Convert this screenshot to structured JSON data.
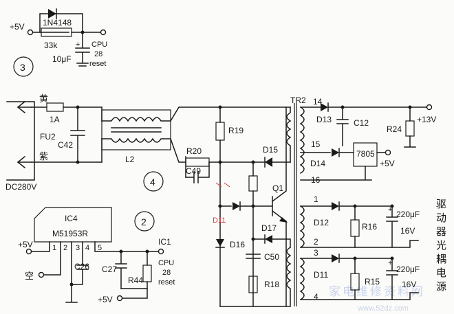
{
  "colors": {
    "ink": "#1a1a1a",
    "annotation_red": "#d23b3b",
    "watermark": "#c9d3ea",
    "paper": "#fbfbf9"
  },
  "section3": {
    "number": "3",
    "vcc": "+5V",
    "diode": "1N4148",
    "resistor": "33k",
    "capacitor": "10μF",
    "plus": "+",
    "cpu_lines": [
      "CPU",
      "28",
      "reset"
    ]
  },
  "power_input": {
    "wire_yellow": "黄",
    "wire_purple": "紫",
    "connector": "DC280V",
    "fuse_rating": "1A",
    "fuse": "FU2",
    "cap": "C42",
    "inductor": "L2"
  },
  "section4": {
    "number": "4",
    "r20": "R20",
    "c49": "C49",
    "r19": "R19",
    "d15": "D15",
    "q1": "Q1",
    "d11_red": "D11",
    "d16": "D16",
    "d17": "D17",
    "c50": "C50",
    "r18": "R18",
    "tr2": "TR2"
  },
  "secondary": {
    "pin14": "14",
    "pin15": "15",
    "pin16": "16",
    "d13": "D13",
    "c12": "C12",
    "r24": "R24",
    "v13": "+13V",
    "d14": "D14",
    "reg": "7805",
    "v5": "+5V"
  },
  "driver_outputs": {
    "pin1": "1",
    "pin2": "2",
    "pin3": "3",
    "pin4": "4",
    "d12": "D12",
    "r16": "R16",
    "c_top_value": "220μF",
    "c_top_volt": "16V",
    "d11": "D11",
    "r15": "R15",
    "c_bot_value": "220μF",
    "c_bot_volt": "16V",
    "vertical_label": [
      "驱",
      "动",
      "器",
      "光",
      "耦",
      "电",
      "源"
    ]
  },
  "section2": {
    "number": "2",
    "ic": "IC4",
    "ic_part": "M51953R",
    "pins": [
      "1",
      "2",
      "3",
      "4",
      "5"
    ],
    "vcc": "+5V",
    "empty_pin": "空",
    "c26": "C26",
    "c27": "C27",
    "r44": "R44",
    "vcc_bottom": "+5V",
    "ic1": "IC1",
    "cpu_lines": [
      "CPU",
      "28",
      "reset"
    ]
  },
  "watermark": {
    "text": "家电维修资料网",
    "url": "www.52dz.com"
  }
}
